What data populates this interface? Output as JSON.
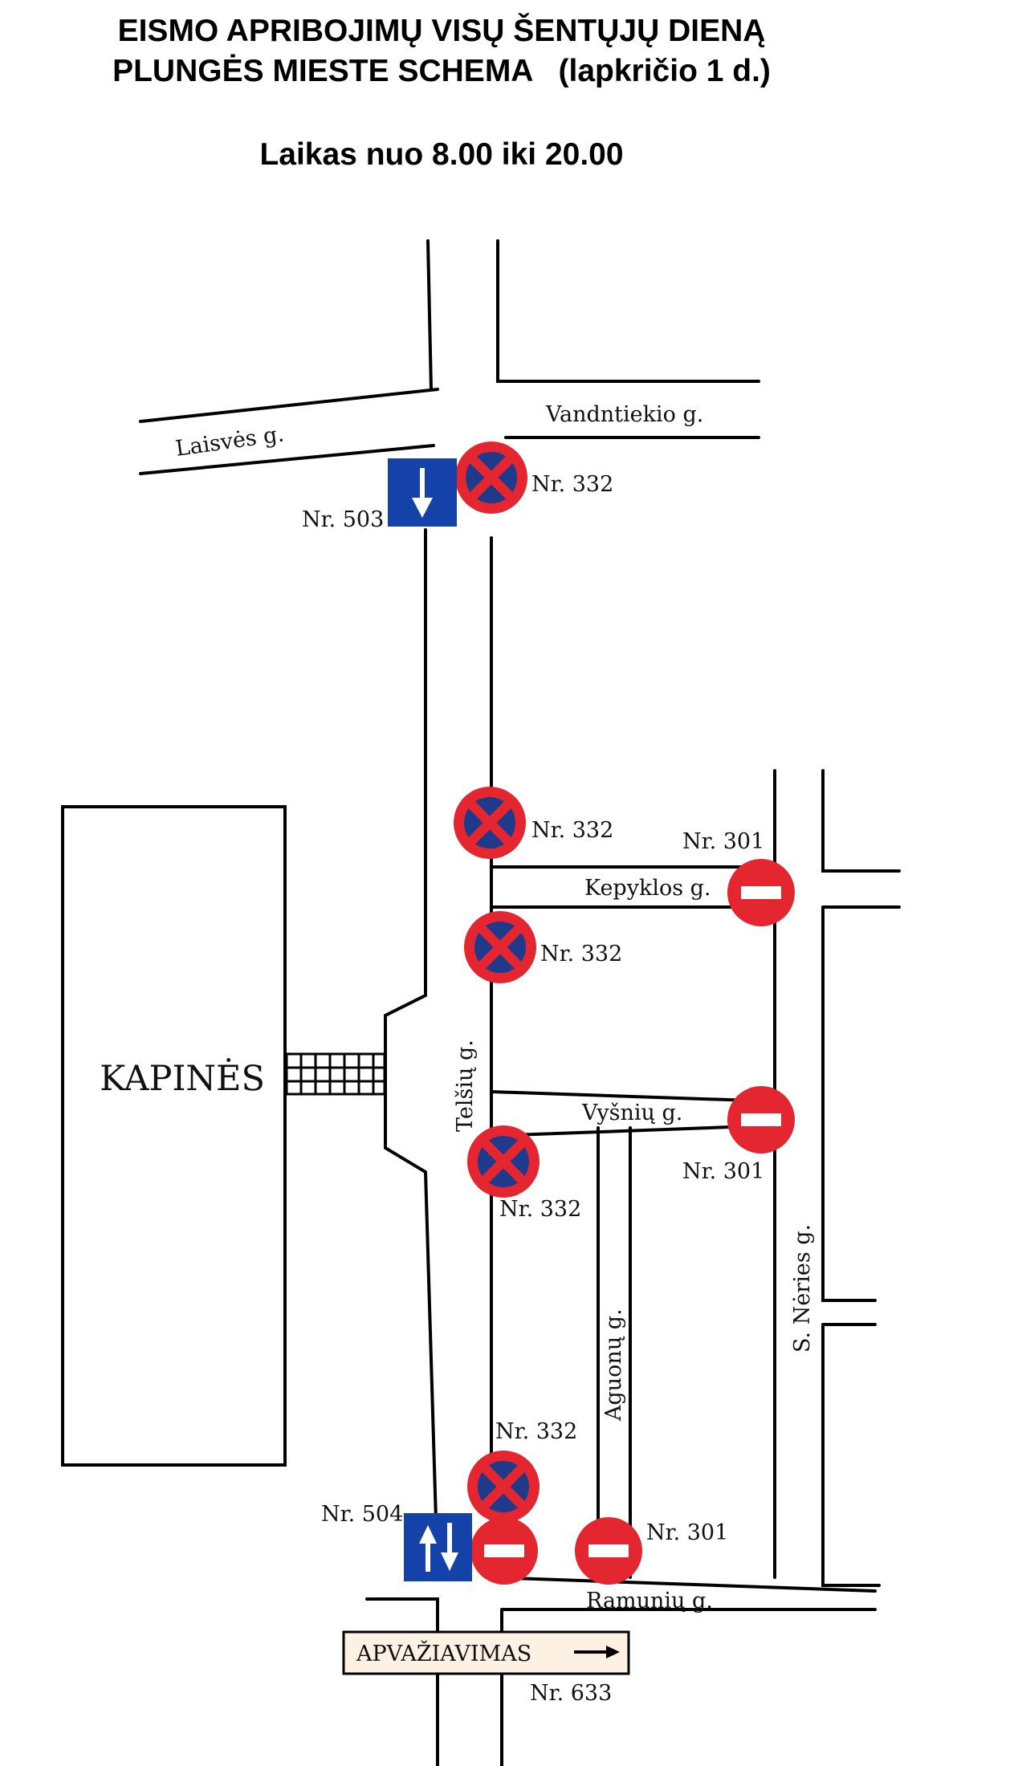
{
  "header": {
    "title_line1": "EISMO APRIBOJIMŲ VISŲ ŠENTŲJŲ DIENĄ",
    "title_line2": "PLUNGĖS MIESTE SCHEMA   (lapkričio 1 d.)",
    "time_text": "Laikas nuo 8.00 iki 20.00"
  },
  "map": {
    "places": {
      "cemetery": "KAPINĖS"
    },
    "streets": {
      "laisves": "Laisvės g.",
      "vandentiekio": "Vandntiekio g.",
      "kepyklos": "Kepyklos g.",
      "telsiu": "Telšių g.",
      "vysniu": "Vyšnių g.",
      "aguonu": "Aguonų g.",
      "s_neries": "S. Nėries g.",
      "ramuniu": "Ramunių g."
    },
    "signs": {
      "no_stopping": {
        "label": "Nr. 332",
        "icon": "no-stopping-sign-icon",
        "color_red": "#e3262f",
        "color_blue": "#1f3a8a"
      },
      "no_entry": {
        "label": "Nr. 301",
        "icon": "no-entry-sign-icon",
        "color_red": "#e3262f"
      },
      "one_way": {
        "label": "Nr. 503",
        "icon": "one-way-down-arrow-icon",
        "color_blue": "#1542a8"
      },
      "two_way": {
        "label": "Nr. 504",
        "icon": "two-way-traffic-arrows-icon",
        "color_blue": "#1542a8"
      },
      "detour": {
        "label": "Nr. 633",
        "text": "APVAŽIAVIMAS",
        "icon": "right-arrow-icon",
        "background": "#fdf1e3"
      }
    }
  }
}
